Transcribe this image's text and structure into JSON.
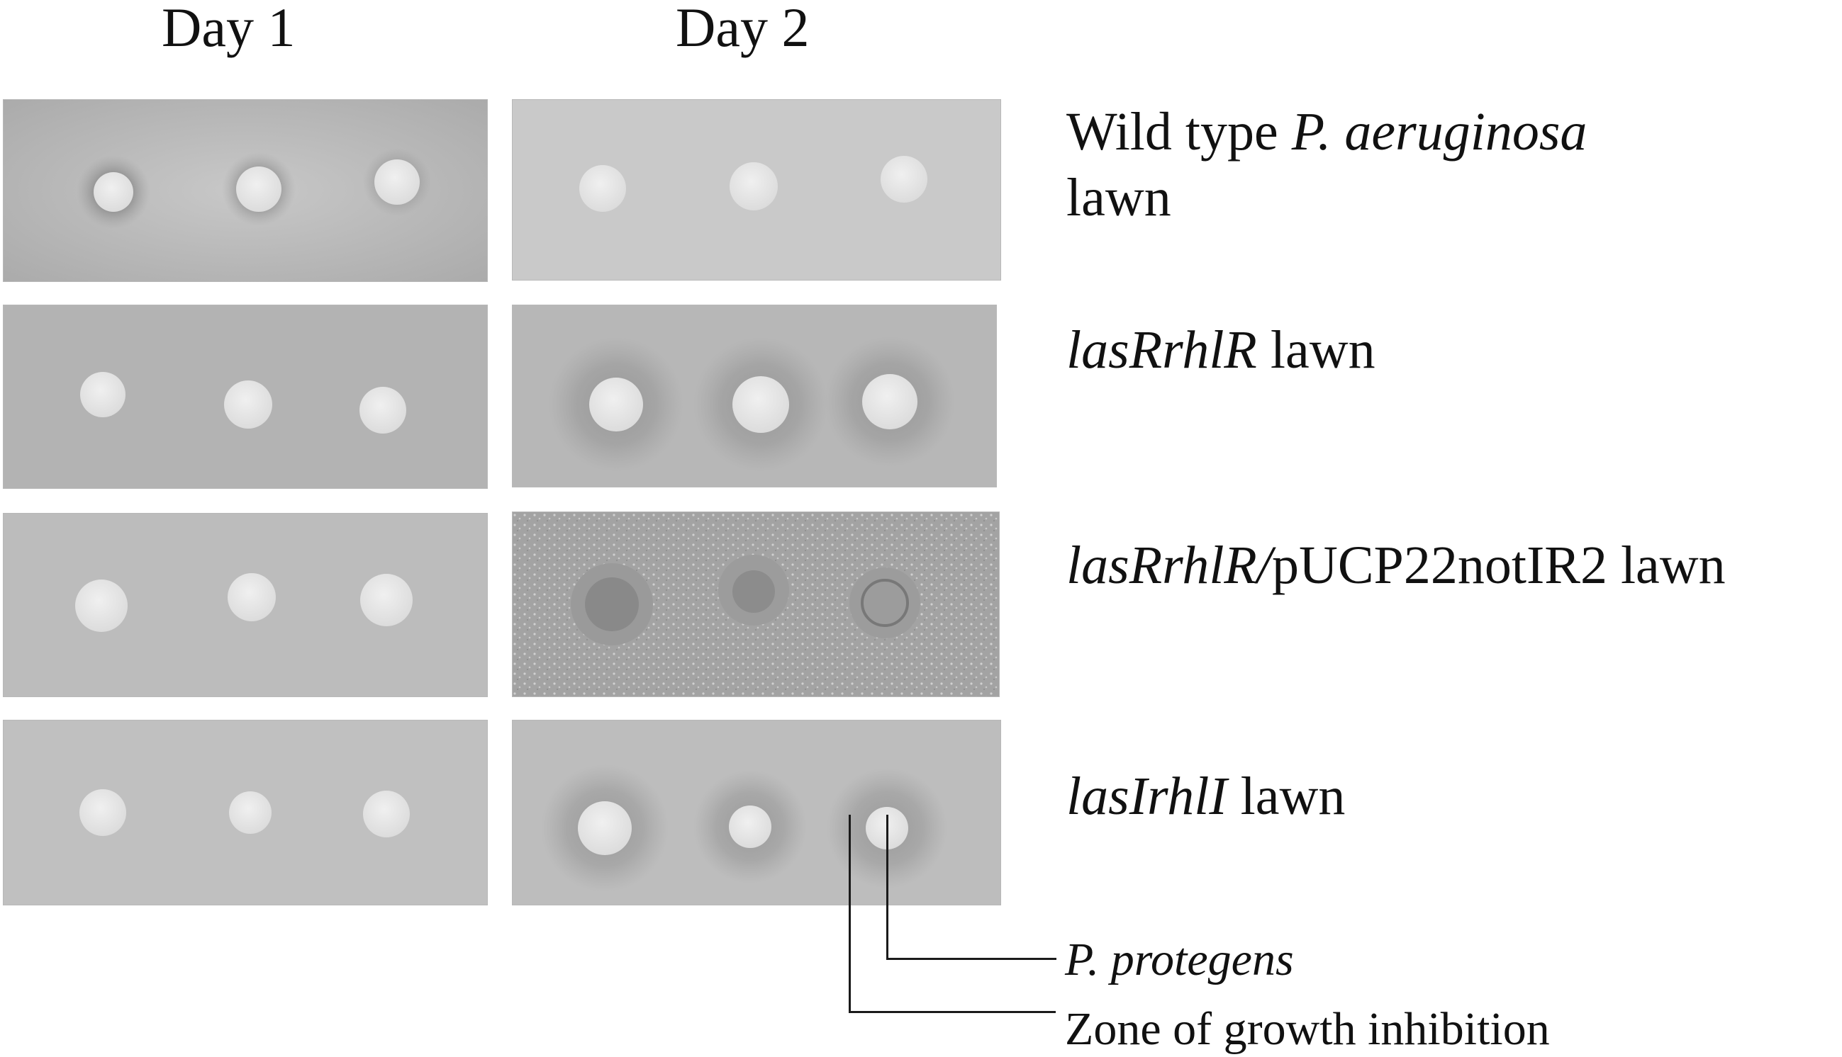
{
  "columns": [
    {
      "label": "Day 1"
    },
    {
      "label": "Day 2"
    }
  ],
  "rows": [
    {
      "label_parts": [
        {
          "text": "Wild type ",
          "italic": false
        },
        {
          "text": "P. aeruginosa",
          "italic": true
        }
      ],
      "label_line2": "lawn"
    },
    {
      "label_parts": [
        {
          "text": "lasRrhlR",
          "italic": true
        },
        {
          "text": " lawn",
          "italic": false
        }
      ],
      "label_line2": ""
    },
    {
      "label_parts": [
        {
          "text": "lasRrhlR/",
          "italic": true
        },
        {
          "text": "pUCP22notIR2 lawn",
          "italic": false
        }
      ],
      "label_line2": ""
    },
    {
      "label_parts": [
        {
          "text": "lasIrhlI",
          "italic": true
        },
        {
          "text": " lawn",
          "italic": false
        }
      ],
      "label_line2": ""
    }
  ],
  "callouts": {
    "colony": "P. protegens",
    "zone": "Zone of growth inhibition"
  },
  "colors": {
    "plate_light": "#c9c9c9",
    "plate_mid": "#b4b4b4",
    "colony": "#e8e8e8",
    "zone_dark": "#8a8a8a"
  }
}
